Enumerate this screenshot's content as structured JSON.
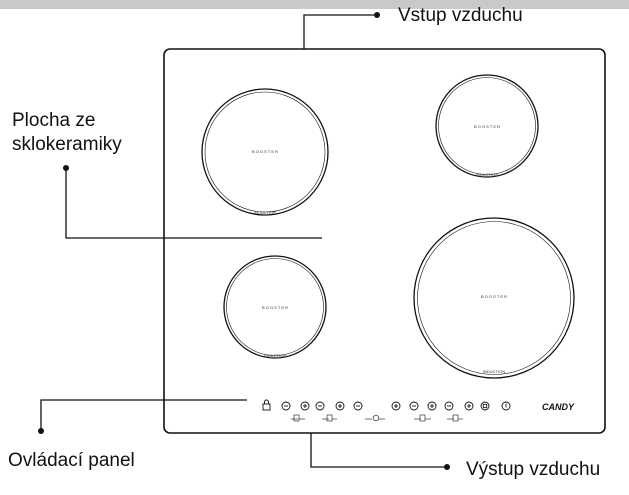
{
  "labels": {
    "air_inlet": "Vstup vzduchu",
    "glass_surface_line1": "Plocha ze",
    "glass_surface_line2": "sklokeramiky",
    "control_panel": "Ovládací panel",
    "air_outlet": "Výstup vzduchu"
  },
  "zones": {
    "booster_text": "B O O S T E R",
    "induction_text": "INDUCTION"
  },
  "brand": "CANDY",
  "colors": {
    "top_bar": "#c9c9c9",
    "line": "#111111",
    "background": "#ffffff"
  }
}
